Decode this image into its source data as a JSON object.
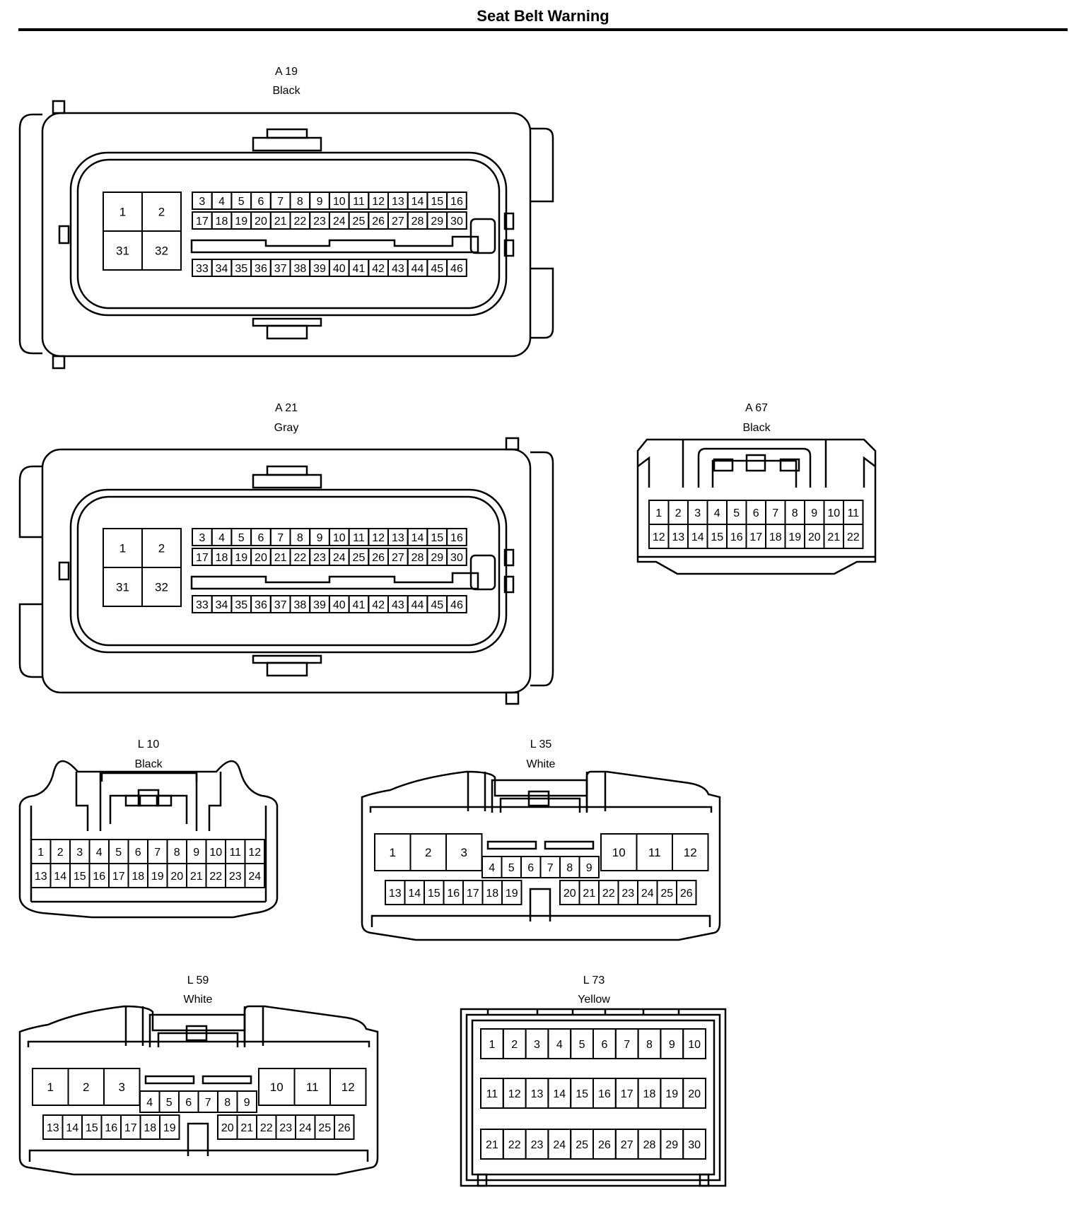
{
  "title": "Seat Belt Warning",
  "connectors": {
    "a19": {
      "code": "A 19",
      "color": "Black",
      "big_pins": [
        "1",
        "2",
        "31",
        "32"
      ],
      "row1": [
        "3",
        "4",
        "5",
        "6",
        "7",
        "8",
        "9",
        "10",
        "11",
        "12",
        "13",
        "14",
        "15",
        "16"
      ],
      "row2": [
        "17",
        "18",
        "19",
        "20",
        "21",
        "22",
        "23",
        "24",
        "25",
        "26",
        "27",
        "28",
        "29",
        "30"
      ],
      "row3": [
        "33",
        "34",
        "35",
        "36",
        "37",
        "38",
        "39",
        "40",
        "41",
        "42",
        "43",
        "44",
        "45",
        "46"
      ]
    },
    "a21": {
      "code": "A 21",
      "color": "Gray",
      "big_pins": [
        "1",
        "2",
        "31",
        "32"
      ],
      "row1": [
        "3",
        "4",
        "5",
        "6",
        "7",
        "8",
        "9",
        "10",
        "11",
        "12",
        "13",
        "14",
        "15",
        "16"
      ],
      "row2": [
        "17",
        "18",
        "19",
        "20",
        "21",
        "22",
        "23",
        "24",
        "25",
        "26",
        "27",
        "28",
        "29",
        "30"
      ],
      "row3": [
        "33",
        "34",
        "35",
        "36",
        "37",
        "38",
        "39",
        "40",
        "41",
        "42",
        "43",
        "44",
        "45",
        "46"
      ]
    },
    "a67": {
      "code": "A 67",
      "color": "Black",
      "row1": [
        "1",
        "2",
        "3",
        "4",
        "5",
        "6",
        "7",
        "8",
        "9",
        "10",
        "11"
      ],
      "row2": [
        "12",
        "13",
        "14",
        "15",
        "16",
        "17",
        "18",
        "19",
        "20",
        "21",
        "22"
      ]
    },
    "l10": {
      "code": "L 10",
      "color": "Black",
      "row1": [
        "1",
        "2",
        "3",
        "4",
        "5",
        "6",
        "7",
        "8",
        "9",
        "10",
        "11",
        "12"
      ],
      "row2": [
        "13",
        "14",
        "15",
        "16",
        "17",
        "18",
        "19",
        "20",
        "21",
        "22",
        "23",
        "24"
      ]
    },
    "l35": {
      "code": "L 35",
      "color": "White",
      "big_left": [
        "1",
        "2",
        "3"
      ],
      "mid": [
        "4",
        "5",
        "6",
        "7",
        "8",
        "9"
      ],
      "big_right": [
        "10",
        "11",
        "12"
      ],
      "bottom_left": [
        "13",
        "14",
        "15",
        "16",
        "17",
        "18",
        "19"
      ],
      "bottom_right": [
        "20",
        "21",
        "22",
        "23",
        "24",
        "25",
        "26"
      ]
    },
    "l59": {
      "code": "L 59",
      "color": "White",
      "big_left": [
        "1",
        "2",
        "3"
      ],
      "mid": [
        "4",
        "5",
        "6",
        "7",
        "8",
        "9"
      ],
      "big_right": [
        "10",
        "11",
        "12"
      ],
      "bottom_left": [
        "13",
        "14",
        "15",
        "16",
        "17",
        "18",
        "19"
      ],
      "bottom_right": [
        "20",
        "21",
        "22",
        "23",
        "24",
        "25",
        "26"
      ]
    },
    "l73": {
      "code": "L 73",
      "color": "Yellow",
      "row1": [
        "1",
        "2",
        "3",
        "4",
        "5",
        "6",
        "7",
        "8",
        "9",
        "10"
      ],
      "row2": [
        "11",
        "12",
        "13",
        "14",
        "15",
        "16",
        "17",
        "18",
        "19",
        "20"
      ],
      "row3": [
        "21",
        "22",
        "23",
        "24",
        "25",
        "26",
        "27",
        "28",
        "29",
        "30"
      ]
    }
  }
}
